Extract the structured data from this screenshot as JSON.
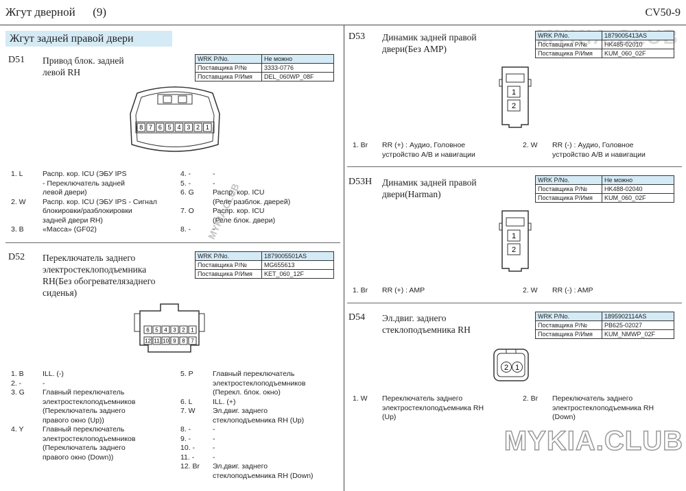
{
  "header": {
    "title": "Жгут дверной      (9)",
    "code": "CV50-9"
  },
  "section_title": "Жгут задней правой двери",
  "table_labels": {
    "wrk": "WRK P/No.",
    "supplier_no": "Поставщика P/№",
    "supplier_name": "Поставщика P/Имя"
  },
  "watermarks": {
    "top": "MYKIA.CLUB",
    "bottom": "MYKIA.CLUB",
    "diagonal": "MYKIA.CLUB"
  },
  "d51": {
    "id": "D51",
    "name": "Привод блок. задней\nлевой RH",
    "wrk": "Не можно",
    "sup_no": "3333-0776",
    "sup_name": "DEL_060WP_08F",
    "connector_pins": [
      "8",
      "7",
      "6",
      "5",
      "4",
      "3",
      "2",
      "1"
    ],
    "pins_left": [
      {
        "n": "1. L",
        "t": "Распр. кор. ICU (ЭБУ IPS\n- Переключатель задней\nлевой двери)"
      },
      {
        "n": "2. W",
        "t": "Распр. кор. ICU (ЭБУ IPS - Сигнал\nблокировки/разблокировки\nзадней двери RH)"
      },
      {
        "n": "3. B",
        "t": "«Масса» (GF02)"
      }
    ],
    "pins_right": [
      {
        "n": "4. -",
        "t": "-"
      },
      {
        "n": "5. -",
        "t": "-"
      },
      {
        "n": "6. G",
        "t": "Распр. кор. ICU\n(Реле разблок. дверей)"
      },
      {
        "n": "7. O",
        "t": "Распр. кор. ICU\n(Реле блок. двери)"
      },
      {
        "n": "8. -",
        "t": "-"
      }
    ]
  },
  "d52": {
    "id": "D52",
    "name": "Переключатель заднего\nэлектростеклоподъемника\nRH(Без обогревателязаднего\nсиденья)",
    "wrk": "1879005501AS",
    "sup_no": "MG655613",
    "sup_name": "KET_060_12F",
    "connector_top": [
      "6",
      "5",
      "4",
      "3",
      "2",
      "1"
    ],
    "connector_bottom": [
      "12",
      "11",
      "10",
      "9",
      "8",
      "7"
    ],
    "pins_left": [
      {
        "n": "1. B",
        "t": "ILL. (-)"
      },
      {
        "n": "2. -",
        "t": "-"
      },
      {
        "n": "3. G",
        "t": "Главный переключатель\nэлектростеклоподъемников\n(Переключатель заднего\nправого окно (Up))"
      },
      {
        "n": "4. Y",
        "t": "Главный переключатель\nэлектростеклоподъемников\n(Переключатель заднего\nправого окно (Down))"
      }
    ],
    "pins_right": [
      {
        "n": "5. P",
        "t": "Главный переключатель\nэлектростеклоподъемников\n(Перекл. блок. окно)"
      },
      {
        "n": "6. L",
        "t": "ILL. (+)"
      },
      {
        "n": "7. W",
        "t": "Эл.двиг. заднего\nстеклоподъемника RH (Up)"
      },
      {
        "n": "8. -",
        "t": "-"
      },
      {
        "n": "9. -",
        "t": "-"
      },
      {
        "n": "10. -",
        "t": "-"
      },
      {
        "n": "11. -",
        "t": "-"
      },
      {
        "n": "12. Br",
        "t": "Эл.двиг. заднего\nстеклоподъемника RH (Down)"
      }
    ]
  },
  "d53": {
    "id": "D53",
    "name": "Динамик задней правой\nдвери(Без AMP)",
    "wrk": "1879005413AS",
    "sup_no": "HK485-02010",
    "sup_name": "KUM_060_02F",
    "connector_pins": [
      "1",
      "2"
    ],
    "pin1": {
      "n": "1. Br",
      "t": "RR (+) : Аудио, Головное\nустройство A/B и навигации"
    },
    "pin2": {
      "n": "2. W",
      "t": "RR (-) : Аудио, Головное\nустройство A/B и навигации"
    }
  },
  "d53h": {
    "id": "D53H",
    "name": "Динамик задней правой\nдвери(Harman)",
    "wrk": "Не можно",
    "sup_no": "HK488-02040",
    "sup_name": "KUM_060_02F",
    "connector_pins": [
      "1",
      "2"
    ],
    "pin1": {
      "n": "1. Br",
      "t": "RR (+) : AMP"
    },
    "pin2": {
      "n": "2. W",
      "t": "RR (-) : AMP"
    }
  },
  "d54": {
    "id": "D54",
    "name": "Эл.двиг. заднего\nстеклоподъемника RH",
    "wrk": "1895902114AS",
    "sup_no": "PB625-02027",
    "sup_name": "KUM_NMWP_02F",
    "connector_pins": [
      "2",
      "1"
    ],
    "pin1": {
      "n": "1. W",
      "t": "Переключатель заднего\nэлектростеклоподъемника RH\n(Up)"
    },
    "pin2": {
      "n": "2. Br",
      "t": "Переключатель заднего\nэлектростеклоподъемника RH\n(Down)"
    }
  }
}
